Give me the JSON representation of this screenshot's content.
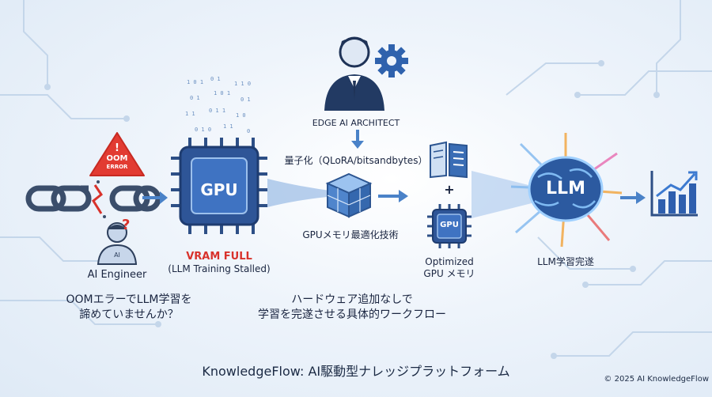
{
  "oom_badge": {
    "line1": "OOM",
    "line2": "ERROR"
  },
  "engineer": {
    "label": "AI Engineer",
    "shirt_text": "AI",
    "question_mark": "?"
  },
  "gpu_chip": {
    "text": "GPU",
    "status": "VRAM FULL",
    "status_sub": "(LLM Training Stalled)"
  },
  "architect": {
    "label": "EDGE AI ARCHITECT"
  },
  "quantization": {
    "label": "量子化（QLoRA/bitsandbytes）"
  },
  "memory_technique": {
    "label": "GPUメモリ最適化技術"
  },
  "optimized_gpu": {
    "chip_text": "GPU",
    "plus": "+",
    "label_line1": "Optimized",
    "label_line2": "GPU メモリ"
  },
  "llm": {
    "brain_text": "LLM",
    "label": "LLM学習完遂"
  },
  "questions": {
    "left_line1": "OOMエラーでLLM学習を",
    "left_line2": "諦めていませんか？",
    "center_line1": "ハードウェア追加なしで",
    "center_line2": "学習を完遂させる具体的ワークフロー"
  },
  "footer": {
    "brand": "KnowledgeFlow: AI駆動型ナレッジプラットフォーム",
    "copyright": "© 2025 AI KnowledgeFlow"
  },
  "colors": {
    "accent_blue": "#1f5fb4",
    "dark_navy": "#1b2a44",
    "error_red": "#d8322b",
    "background": "#eef4fb"
  }
}
